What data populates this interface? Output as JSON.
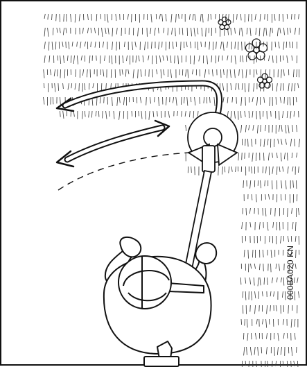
{
  "figure": {
    "reference_code": "000BA020 KN",
    "colors": {
      "line": "#111111",
      "background": "#ffffff"
    },
    "elements": [
      "grass-texture",
      "flower-icons",
      "swing-arrows",
      "trimmer-head",
      "trimmer-shaft",
      "operator-figure",
      "cut-boundary-dashed-line"
    ]
  }
}
